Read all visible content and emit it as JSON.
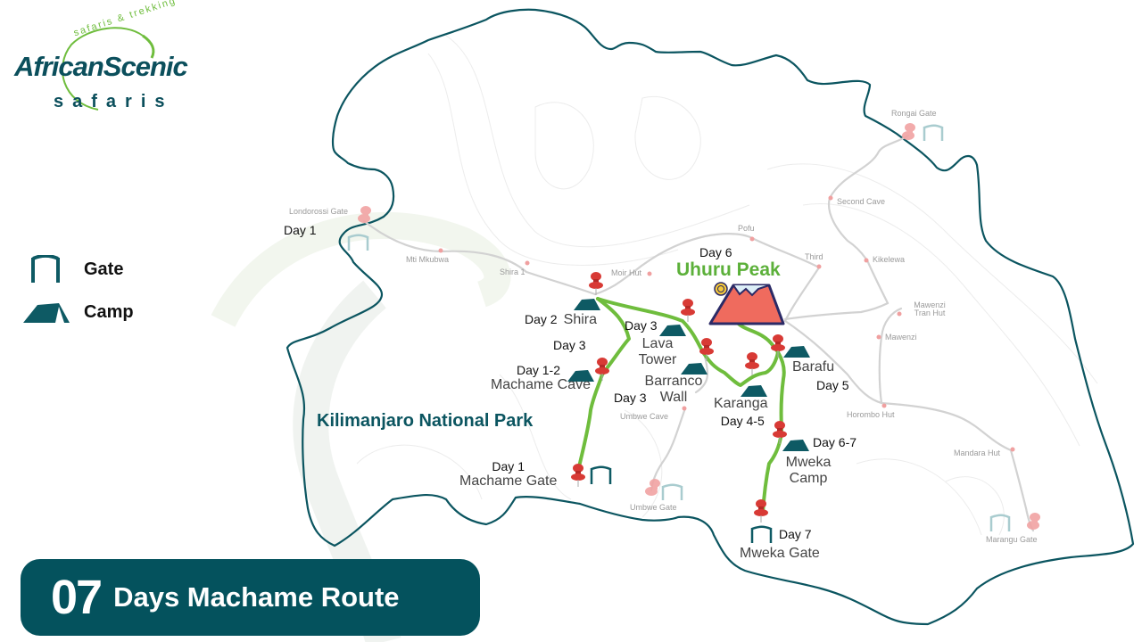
{
  "logo": {
    "tagline": "safaris & trekking",
    "name": "AfricanScenic",
    "sub": "safaris"
  },
  "legend": {
    "items": [
      {
        "icon": "gate-icon",
        "label": "Gate"
      },
      {
        "icon": "camp-icon",
        "label": "Camp"
      }
    ]
  },
  "banner": {
    "number": "07",
    "text": "Days Machame Route"
  },
  "map": {
    "park_name": "Kilimanjaro National Park",
    "peak": {
      "name": "Uhuru Peak",
      "day": "Day 6"
    },
    "colors": {
      "boundary": "#0b5560",
      "route": "#6fbd3d",
      "trail": "#cfcfcf",
      "pin": "#d83a35",
      "faded_pin": "#f0a5a5",
      "camp": "#0e5a64",
      "peak_fill": "#ef6b5e",
      "peak_outline": "#2b2a66",
      "banner": "#04525d"
    },
    "route_stops": [
      {
        "day": "Day 1",
        "name": "Machame Gate",
        "type": "gate"
      },
      {
        "day": "Day 1-2",
        "name": "Machame Cave",
        "type": "camp"
      },
      {
        "day": "Day 2",
        "name": "Shira",
        "type": "camp"
      },
      {
        "day": "Day 3",
        "name": "Lava Tower",
        "type": "camp"
      },
      {
        "day": "Day 3",
        "name": "Barranco Wall",
        "type": "camp"
      },
      {
        "day": "Day 4-5",
        "name": "Karanga",
        "type": "camp"
      },
      {
        "day": "Day 5",
        "name": "Barafu",
        "type": "camp"
      },
      {
        "day": "Day 6-7",
        "name": "Mweka Camp",
        "type": "camp"
      },
      {
        "day": "Day 7",
        "name": "Mweka Gate",
        "type": "gate"
      }
    ],
    "extra_day_labels": {
      "shira_day3": "Day 3",
      "londorossi_day1": "Day 1"
    },
    "minor_points": [
      "Londorossi Gate",
      "Mti Mkubwa",
      "Shira 1",
      "Moir Hut",
      "Pofu",
      "Third",
      "Second Cave",
      "Kikelewa",
      "Rongai Gate",
      "Mawenzi Tran Hut",
      "Mawenzi",
      "Horombo Hut",
      "Mandara Hut",
      "Marangu Gate",
      "Umbwe Cave",
      "Umbwe Gate"
    ]
  }
}
